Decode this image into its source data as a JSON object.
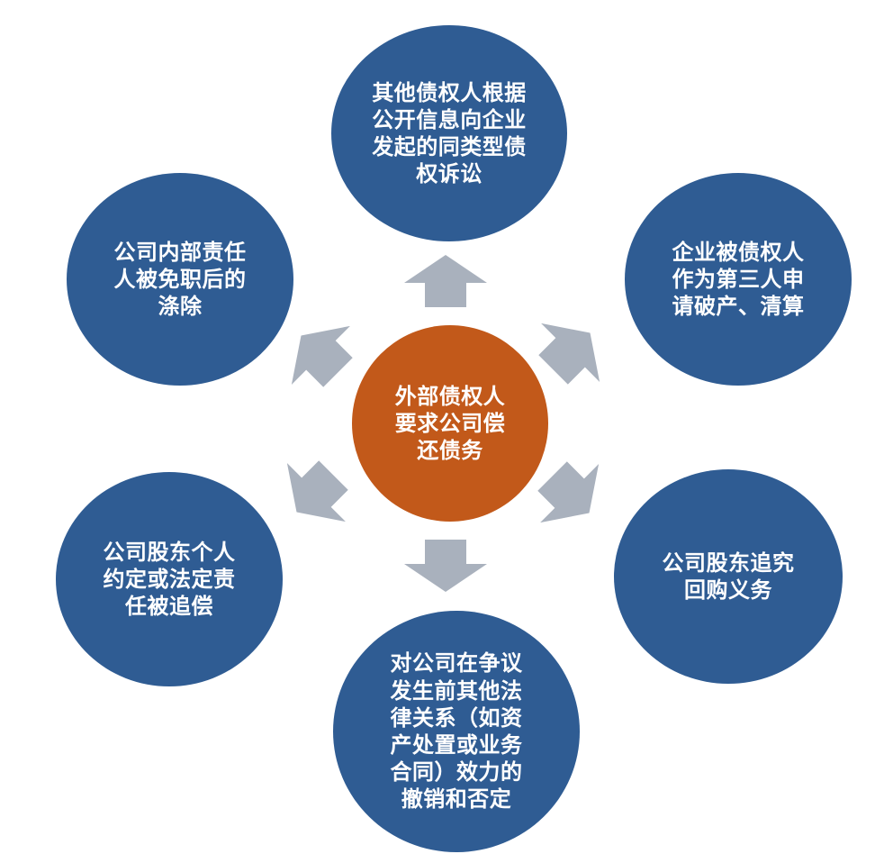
{
  "diagram": {
    "type": "radial-cycle",
    "center_node": {
      "text": "外部债权人\n要求公司偿\n还债务",
      "full_text": "外部债权人要求公司偿还债务"
    },
    "outer_nodes": [
      {
        "position": "top",
        "text": "其他债权人根据\n公开信息向企业\n发起的同类型债\n权诉讼",
        "full_text": "其他债权人根据公开信息向企业发起的同类型债权诉讼"
      },
      {
        "position": "top-right",
        "text": "企业被债权人\n作为第三人申\n请破产、清算",
        "full_text": "企业被债权人作为第三人申请破产、清算"
      },
      {
        "position": "right",
        "text": "公司股东追究\n回购义务",
        "full_text": "公司股东追究回购义务"
      },
      {
        "position": "bottom",
        "text": "对公司在争议\n发生前其他法\n律关系（如资\n产处置或业务\n合同）效力的\n撤销和否定",
        "full_text": "对公司在争议发生前其他法律关系（如资产处置或业务合同）效力的撤销和否定"
      },
      {
        "position": "bottom-left",
        "text": "公司股东个人\n约定或法定责\n任被追偿",
        "full_text": "公司股东个人约定或法定责任被追偿"
      },
      {
        "position": "top-left",
        "text": "公司内部责任\n人被免职后的\n涤除",
        "full_text": "公司内部责任人被免职后的涤除"
      }
    ],
    "arrows": [
      {
        "direction": "up"
      },
      {
        "direction": "up-left"
      },
      {
        "direction": "up-right"
      },
      {
        "direction": "down-left"
      },
      {
        "direction": "down-right"
      },
      {
        "direction": "down"
      }
    ],
    "colors": {
      "outer_node_fill": "#2F5C93",
      "center_node_fill": "#C2591A",
      "arrow_fill": "#A9B1BD",
      "text": "#FFFFFF",
      "background": "#FFFFFF"
    }
  }
}
